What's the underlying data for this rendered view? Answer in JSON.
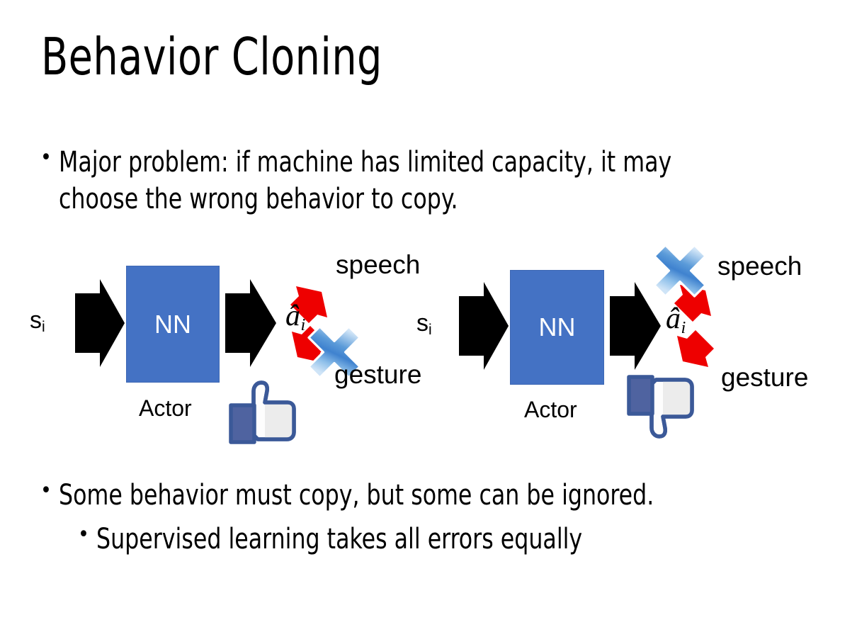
{
  "slide": {
    "title": "Behavior Cloning",
    "background_color": "#ffffff",
    "text_color": "#000000"
  },
  "bullets": {
    "top": {
      "marker": "•",
      "text": "Major problem: if machine has limited capacity, it may choose the wrong behavior to copy."
    },
    "bottom_1": {
      "marker": "•",
      "text": "Some behavior must copy, but some can be ignored."
    },
    "bottom_2": {
      "marker": "•",
      "text": "Supervised learning takes all errors equally"
    }
  },
  "diagrams": [
    {
      "id": "left",
      "input_label": "s",
      "input_sub": "i",
      "box_label": "NN",
      "box_caption": "Actor",
      "output_label": "â",
      "output_sub": "i",
      "branch_top_label": "speech",
      "branch_bottom_label": "gesture",
      "crossed_branch": "gesture",
      "verdict_icon": "thumbs-up-icon",
      "box_color": "#4472C4",
      "arrow_color": "#000000",
      "branch_color": "#EE0000",
      "cross_color": "#4A90D9"
    },
    {
      "id": "right",
      "input_label": "s",
      "input_sub": "i",
      "box_label": "NN",
      "box_caption": "Actor",
      "output_label": "â",
      "output_sub": "i",
      "branch_top_label": "speech",
      "branch_bottom_label": "gesture",
      "crossed_branch": "speech",
      "verdict_icon": "thumbs-down-icon",
      "box_color": "#4472C4",
      "arrow_color": "#000000",
      "branch_color": "#EE0000",
      "cross_color": "#4A90D9"
    }
  ]
}
